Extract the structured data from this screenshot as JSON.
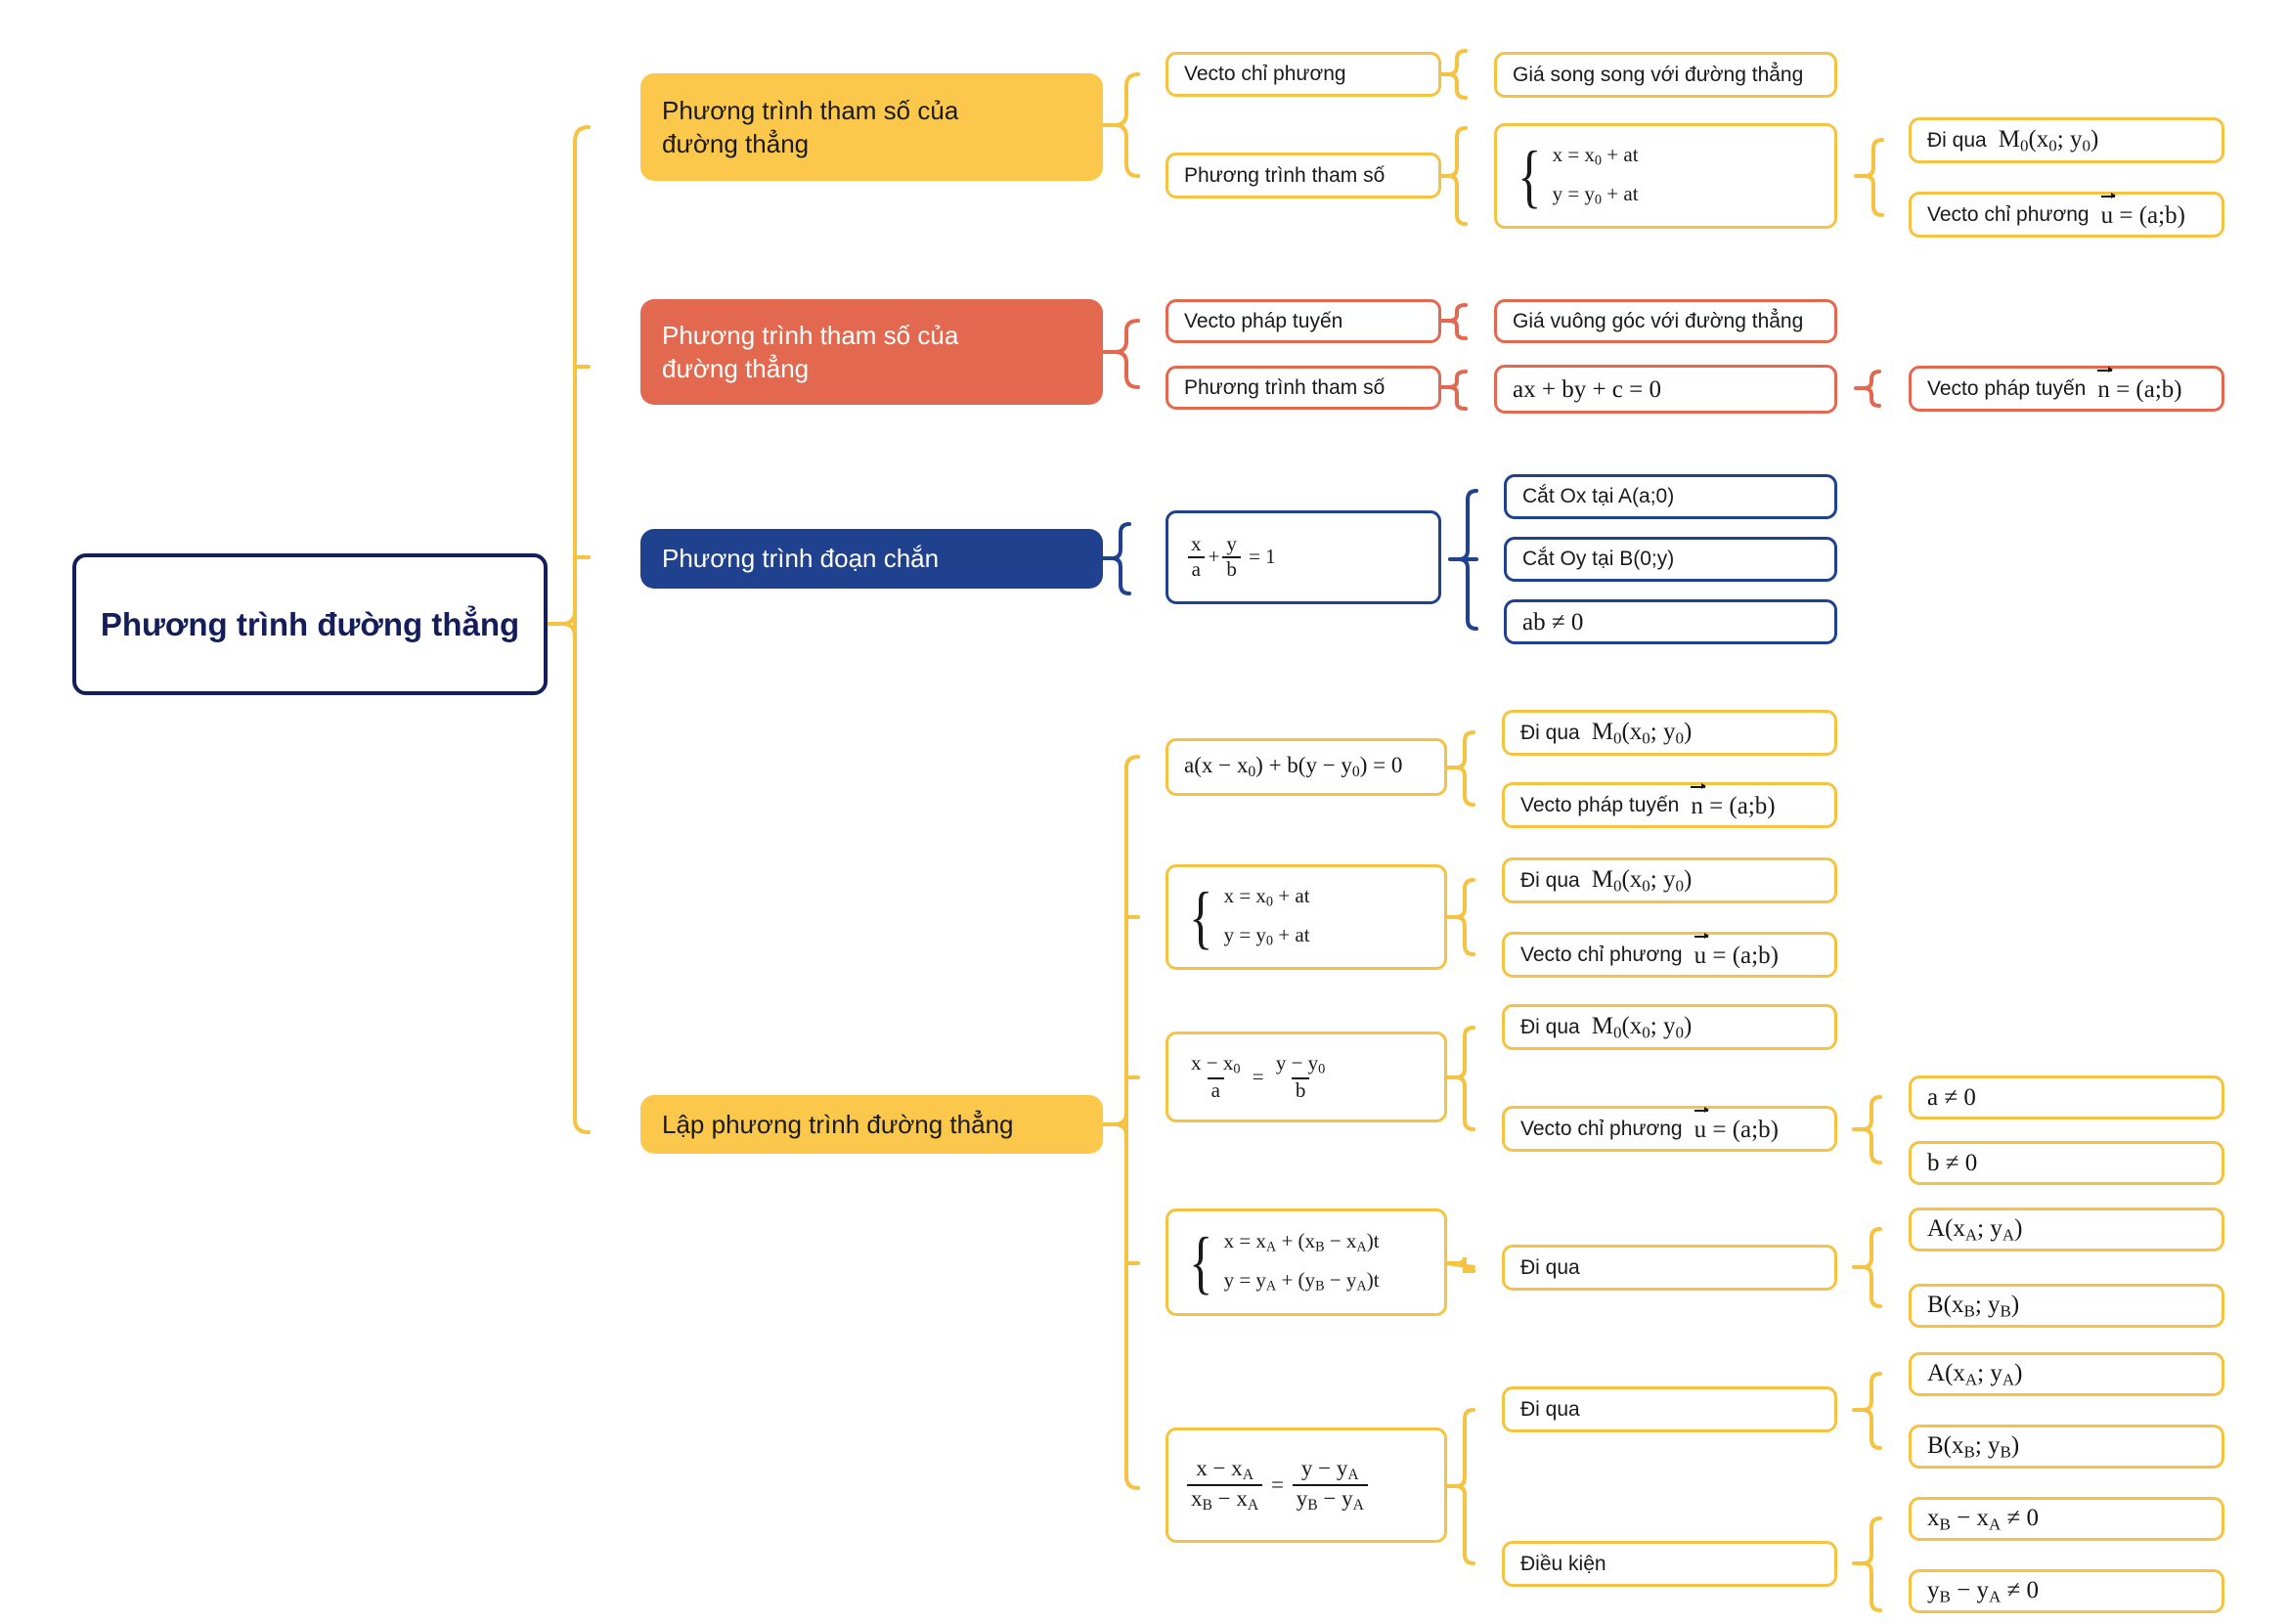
{
  "diagram": {
    "title": "Phương trình đường thẳng",
    "colors": {
      "yellow": "#FBC84B",
      "yellow_border": "#F6C242",
      "red": "#E2694F",
      "blue": "#20418D",
      "root_border": "#141E5A",
      "background": "#FFFFFF"
    }
  },
  "root": {
    "label": "Phương trình đường thẳng"
  },
  "branch1": {
    "label": "Phương trình tham số của đường thẳng",
    "line1": "Phương trình tham số của",
    "line2": "đường thẳng",
    "children": [
      {
        "label": "Vecto chỉ phương",
        "children": [
          {
            "label": "Giá song song với đường thẳng"
          }
        ]
      },
      {
        "label": "Phương trình tham số",
        "formula_line1": "x = x₀ + at",
        "formula_line2": "y = y₀ + at",
        "children": [
          {
            "prefix": "Đi qua",
            "math": "M₀(x₀; y₀)"
          },
          {
            "prefix": "Vecto chỉ phương",
            "math": "u = (a;b)"
          }
        ]
      }
    ]
  },
  "branch2": {
    "label": "Phương trình tham số của đường thẳng",
    "line1": "Phương trình tham số của",
    "line2": "đường thẳng",
    "children": [
      {
        "label": "Vecto pháp tuyến",
        "children": [
          {
            "label": "Giá vuông góc với đường thẳng"
          }
        ]
      },
      {
        "label": "Phương trình tham số",
        "formula": "ax + by + c = 0",
        "children": [
          {
            "prefix": "Vecto pháp tuyến",
            "math": "n = (a;b)"
          }
        ]
      }
    ]
  },
  "branch3": {
    "label": "Phương trình đoạn chắn",
    "formula": "x/a + y/b = 1",
    "children": [
      {
        "label": "Cắt Ox tại A(a;0)"
      },
      {
        "label": "Cắt Oy tại B(0;y)"
      },
      {
        "label": "ab ≠ 0"
      }
    ]
  },
  "branch4": {
    "label": "Lập phương trình đường thẳng",
    "groups": [
      {
        "formula": "a(x − x₀) + b(y − y₀) = 0",
        "children": [
          {
            "prefix": "Đi qua",
            "math": "M₀(x₀; y₀)"
          },
          {
            "prefix": "Vecto pháp tuyến",
            "math": "n = (a;b)"
          }
        ]
      },
      {
        "formula_line1": "x = x₀ + at",
        "formula_line2": "y = y₀ + at",
        "children": [
          {
            "prefix": "Đi qua",
            "math": "M₀(x₀; y₀)"
          },
          {
            "prefix": "Vecto chỉ phương",
            "math": "u = (a;b)"
          }
        ]
      },
      {
        "formula": "(x − x₀)/a = (y − y₀)/b",
        "children": [
          {
            "prefix": "Đi qua",
            "math": "M₀(x₀; y₀)"
          },
          {
            "prefix": "Vecto chỉ phương",
            "math": "u = (a;b)",
            "children": [
              {
                "label": "a ≠ 0"
              },
              {
                "label": "b ≠ 0"
              }
            ]
          }
        ]
      },
      {
        "formula_line1": "x = x_A + (x_B − x_A)t",
        "formula_line2": "y = y_A + (y_B − y_A)t",
        "children": [
          {
            "label": "Đi qua",
            "children": [
              {
                "label": "A(x_A; y_A)"
              },
              {
                "label": "B(x_B; y_B)"
              }
            ]
          }
        ]
      },
      {
        "formula": "(x − x_A)/(x_B − x_A) = (y − y_A)/(y_B − y_A)",
        "children": [
          {
            "label": "Đi qua",
            "children": [
              {
                "label": "A(x_A; y_A)"
              },
              {
                "label": "B(x_B; y_B)"
              }
            ]
          },
          {
            "label": "Điều kiện",
            "children": [
              {
                "label": "x_B − x_A ≠ 0"
              },
              {
                "label": "y_B − y_A ≠ 0"
              }
            ]
          }
        ]
      }
    ]
  }
}
